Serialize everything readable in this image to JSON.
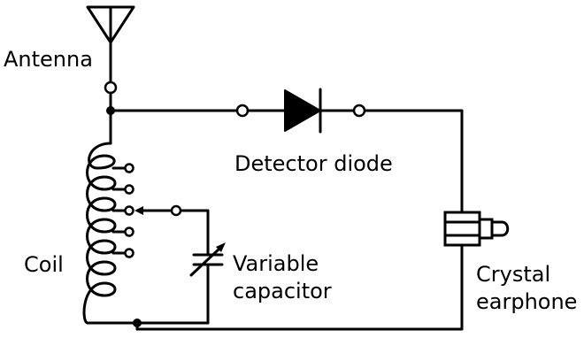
{
  "labels": {
    "antenna": "Antenna",
    "detector_diode": "Detector diode",
    "coil": "Coil",
    "variable_capacitor_line1": "Variable",
    "variable_capacitor_line2": "capacitor",
    "crystal_earphone_line1": "Crystal",
    "crystal_earphone_line2": "earphone"
  },
  "colors": {
    "line": "#000000",
    "background": "#ffffff"
  }
}
